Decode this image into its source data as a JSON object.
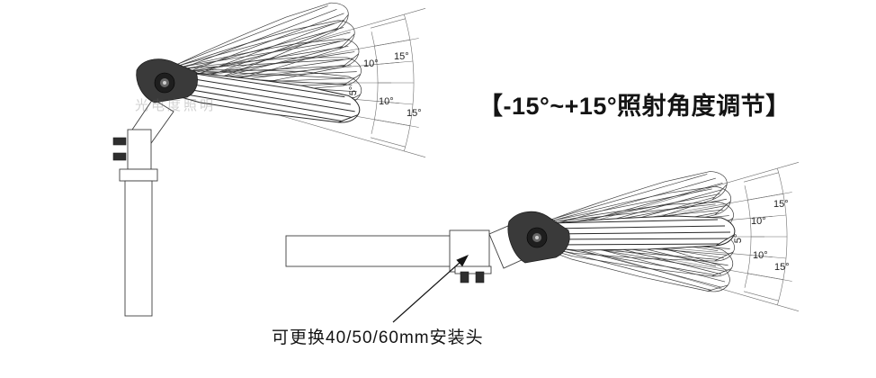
{
  "title": {
    "label": "【-15°~+15°照射角度调节】"
  },
  "caption": {
    "label": "可更换40/50/60mm安装头"
  },
  "watermark": {
    "label": "光电度照明"
  },
  "diagram_top": {
    "angle_labels": [
      "10°",
      "15°",
      "5°",
      "10°",
      "15°"
    ]
  },
  "diagram_bottom": {
    "angle_labels": [
      "15°",
      "10°",
      "5°",
      "10°",
      "15°"
    ]
  }
}
